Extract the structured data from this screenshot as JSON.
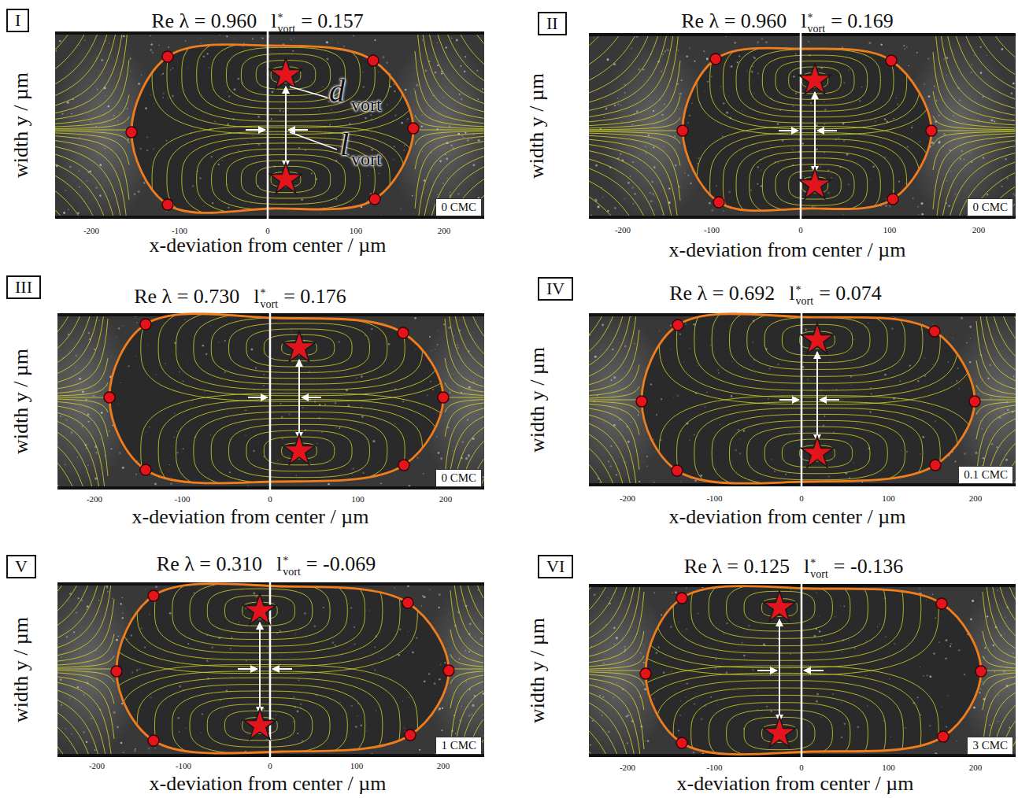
{
  "diagram": {
    "nodes": [
      {
        "text": [
          "I"
        ]
      },
      {
        "text": [
          "0 CMC"
        ]
      },
      {
        "text": [
          "II"
        ]
      },
      {
        "text": [
          "0 CMC"
        ]
      },
      {
        "text": [
          "III"
        ]
      },
      {
        "text": [
          "0 CMC"
        ]
      },
      {
        "text": [
          "IV"
        ]
      },
      {
        "text": [
          "0.1 CMC"
        ]
      },
      {
        "text": [
          "V"
        ]
      },
      {
        "text": [
          "1 CMC"
        ]
      },
      {
        "text": [
          "VI"
        ]
      },
      {
        "text": [
          "3 CMC"
        ]
      }
    ],
    "labels": [
      "Re λ = 0.960",
      "l",
      "*",
      "vort",
      "= 0.157",
      "width y / µm",
      "x-deviation from center / µm",
      "-200",
      "-100",
      "0",
      "100",
      "200",
      "Re λ = 0.960",
      "l",
      "*",
      "vort",
      "= 0.169",
      "width y / µm",
      "x-deviation from center / µm",
      "-200",
      "-100",
      "0",
      "100",
      "200",
      "Re λ = 0.730",
      "l",
      "*",
      "vort",
      "= 0.176",
      "width y / µm",
      "x-deviation from center / µm",
      "-200",
      "-100",
      "0",
      "100",
      "200",
      "Re λ = 0.692",
      "l",
      "*",
      "vort",
      "= 0.074",
      "width y / µm",
      "x-deviation from center / µm",
      "-200",
      "-100",
      "0",
      "100",
      "200",
      "Re λ = 0.310",
      "l",
      "*",
      "vort",
      "= -0.069",
      "width y / µm",
      "x-deviation from center / µm",
      "-200",
      "-100",
      "0",
      "100",
      "200",
      "Re λ = 0.125",
      "l",
      "*",
      "vort",
      "= -0.136",
      "width y / µm",
      "x-deviation from center / µm",
      "-200",
      "-100",
      "0",
      "100",
      "200",
      "d",
      "vort",
      "l",
      "vort"
    ]
  }
}
